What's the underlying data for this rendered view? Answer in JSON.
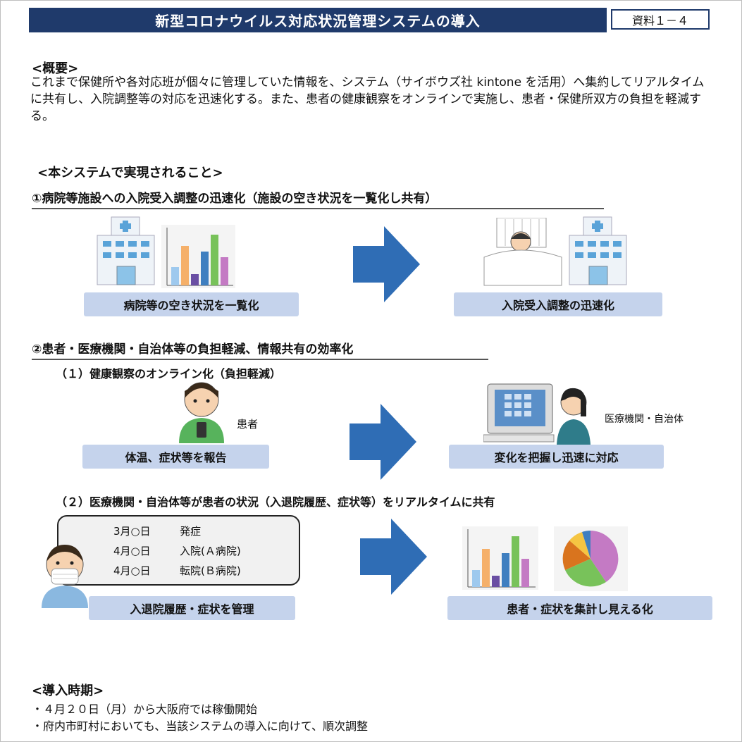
{
  "header": {
    "title": "新型コロナウイルス対応状況管理システムの導入",
    "ref": "資料１－４"
  },
  "overview": {
    "heading": "<概要>",
    "text": "これまで保健所や各対応班が個々に管理していた情報を、システム（サイボウズ社 kintone を活用）へ集約してリアルタイムに共有し、入院調整等の対応を迅速化する。また、患者の健康観察をオンラインで実施し、患者・保健所双方の負担を軽減する。"
  },
  "features": {
    "heading": "<本システムで実現されること>",
    "s1": {
      "title": "①病院等施設への入院受入調整の迅速化（施設の空き状況を一覧化し共有）",
      "left_caption": "病院等の空き状況を一覧化",
      "right_caption": "入院受入調整の迅速化"
    },
    "s2": {
      "title": "②患者・医療機関・自治体等の負担軽減、情報共有の効率化",
      "sub1": {
        "title": "（１）健康観察のオンライン化（負担軽減）",
        "patient_label": "患者",
        "org_label": "医療機関・自治体",
        "left_caption": "体温、症状等を報告",
        "right_caption": "変化を把握し迅速に対応"
      },
      "sub2": {
        "title": "（２）医療機関・自治体等が患者の状況（入退院履歴、症状等）をリアルタイムに共有",
        "history": [
          {
            "date": "3月○日",
            "event": "発症"
          },
          {
            "date": "4月○日",
            "event": "入院(Ａ病院)"
          },
          {
            "date": "4月○日",
            "event": "転院(Ｂ病院)"
          }
        ],
        "left_caption": "入退院履歴・症状を管理",
        "right_caption": "患者・症状を集計し見える化"
      }
    }
  },
  "timeline": {
    "heading": "<導入時期>",
    "items": [
      "・４月２０日（月）から大阪府では稼働開始",
      "・府内市町村においても、当該システムの導入に向けて、順次調整"
    ]
  },
  "colors": {
    "title_bg": "#1f3a6b",
    "caption_bg": "#c5d3ec",
    "arrow": "#2f6db5"
  }
}
